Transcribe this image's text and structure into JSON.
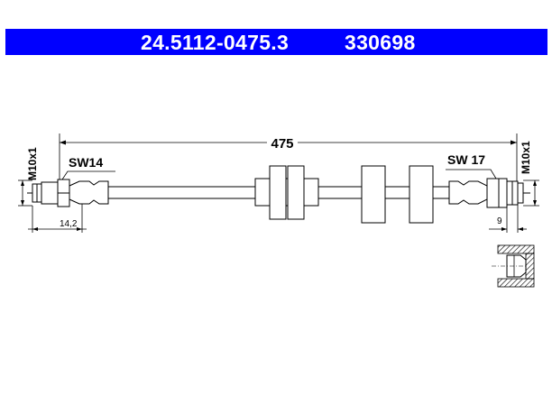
{
  "header": {
    "part_number": "24.5112-0475.3",
    "code": "330698",
    "background_color": "#0000ff",
    "text_color": "#ffffff"
  },
  "dimensions": {
    "total_length": "475",
    "left_thread": "M10x1",
    "right_thread": "M10x1",
    "left_wrench_size": "SW14",
    "right_wrench_size": "SW 17",
    "left_fitting_length": "14,2",
    "right_fitting_length": "9"
  }
}
